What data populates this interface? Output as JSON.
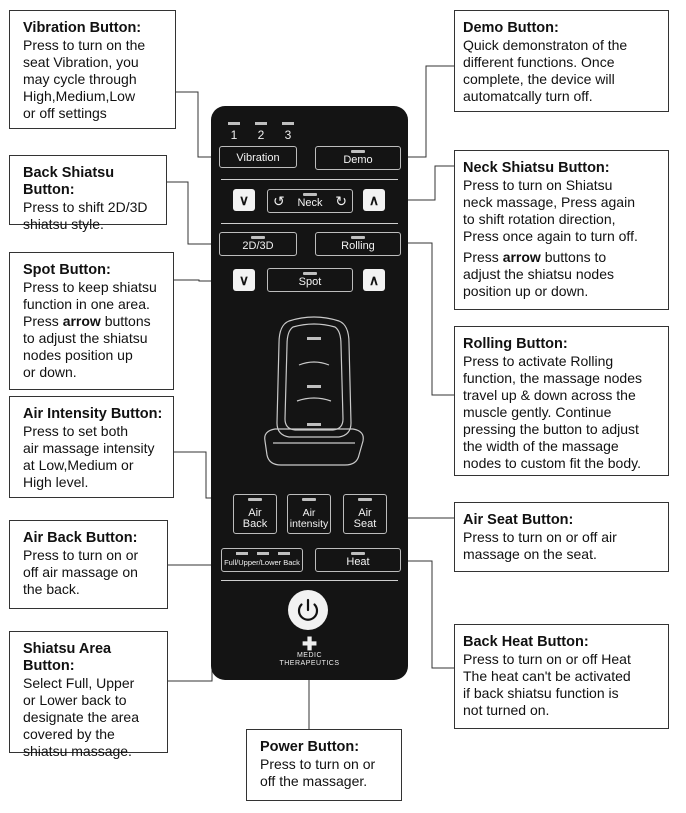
{
  "callouts": {
    "vibration": {
      "title": "Vibration Button:",
      "body": "Press to turn on the\nseat Vibration, you\nmay cycle through\nHigh,Medium,Low\nor off settings"
    },
    "back_shiatsu": {
      "title": "Back Shiatsu Button:",
      "body": "Press to shift 2D/3D\nshiatsu style."
    },
    "spot": {
      "title": "Spot Button:",
      "body_pre": "Press to keep shiatsu\nfunction in one area.\nPress ",
      "body_bold": "arrow",
      "body_post": " buttons\nto adjust the shiatsu\nnodes position up\nor down."
    },
    "air_intensity": {
      "title": "Air Intensity Button:",
      "body": "Press to set both\nair massage intensity\nat Low,Medium or\nHigh level."
    },
    "air_back": {
      "title": "Air Back Button:",
      "body": "Press to turn on or\noff air massage on\nthe back."
    },
    "shiatsu_area": {
      "title": "Shiatsu Area Button:",
      "body": "Select Full, Upper\nor Lower back to\ndesignate the area\ncovered by the\nshiatsu massage."
    },
    "power": {
      "title": "Power Button:",
      "body": "Press to turn on or\noff the massager."
    },
    "demo": {
      "title": "Demo Button:",
      "body": "Quick demonstraton of the\ndifferent functions. Once\ncomplete, the device will\nautomatcally turn off."
    },
    "neck_shiatsu": {
      "title": "Neck Shiatsu Button:",
      "body": "Press to turn on Shiatsu\nneck massage, Press again\nto shift rotation direction,\nPress once again to turn off.",
      "body2_pre": "Press ",
      "body2_bold": "arrow",
      "body2_post": " buttons to\nadjust the shiatsu nodes\nposition up or down."
    },
    "rolling": {
      "title": "Rolling Button:",
      "body": "Press to activate Rolling\nfunction, the massage nodes\n travel up & down across the\nmuscle gently. Continue\npressing the button to adjust\nthe width of the massage\nnodes to custom fit the body."
    },
    "air_seat": {
      "title": "Air Seat Button:",
      "body": "Press to turn on or off air\nmassage on the seat."
    },
    "back_heat": {
      "title": "Back Heat Button:",
      "body": "Press to turn on or off Heat\nThe heat can't be activated\nif back shiatsu function is\nnot turned on."
    }
  },
  "remote": {
    "levels": [
      "1",
      "2",
      "3"
    ],
    "vibration": "Vibration",
    "demo": "Demo",
    "down_arrow": "∨",
    "up_arrow": "∧",
    "neck": "Neck",
    "two_d_three_d": "2D/3D",
    "rolling": "Rolling",
    "spot": "Spot",
    "air_back_1": "Air",
    "air_back_2": "Back",
    "air_intensity_1": "Air",
    "air_intensity_2": "intensity",
    "air_seat_1": "Air",
    "air_seat_2": "Seat",
    "full_upper_lower": "Full/Upper/Lower Back",
    "heat": "Heat",
    "brand_1": "MEDIC",
    "brand_2": "THERAPEUTICS"
  },
  "colors": {
    "remote_body": "#141414",
    "button_border": "#bdbdbd",
    "seat_outline": "#c9c9c9",
    "indicator": "#bfbfbf"
  }
}
